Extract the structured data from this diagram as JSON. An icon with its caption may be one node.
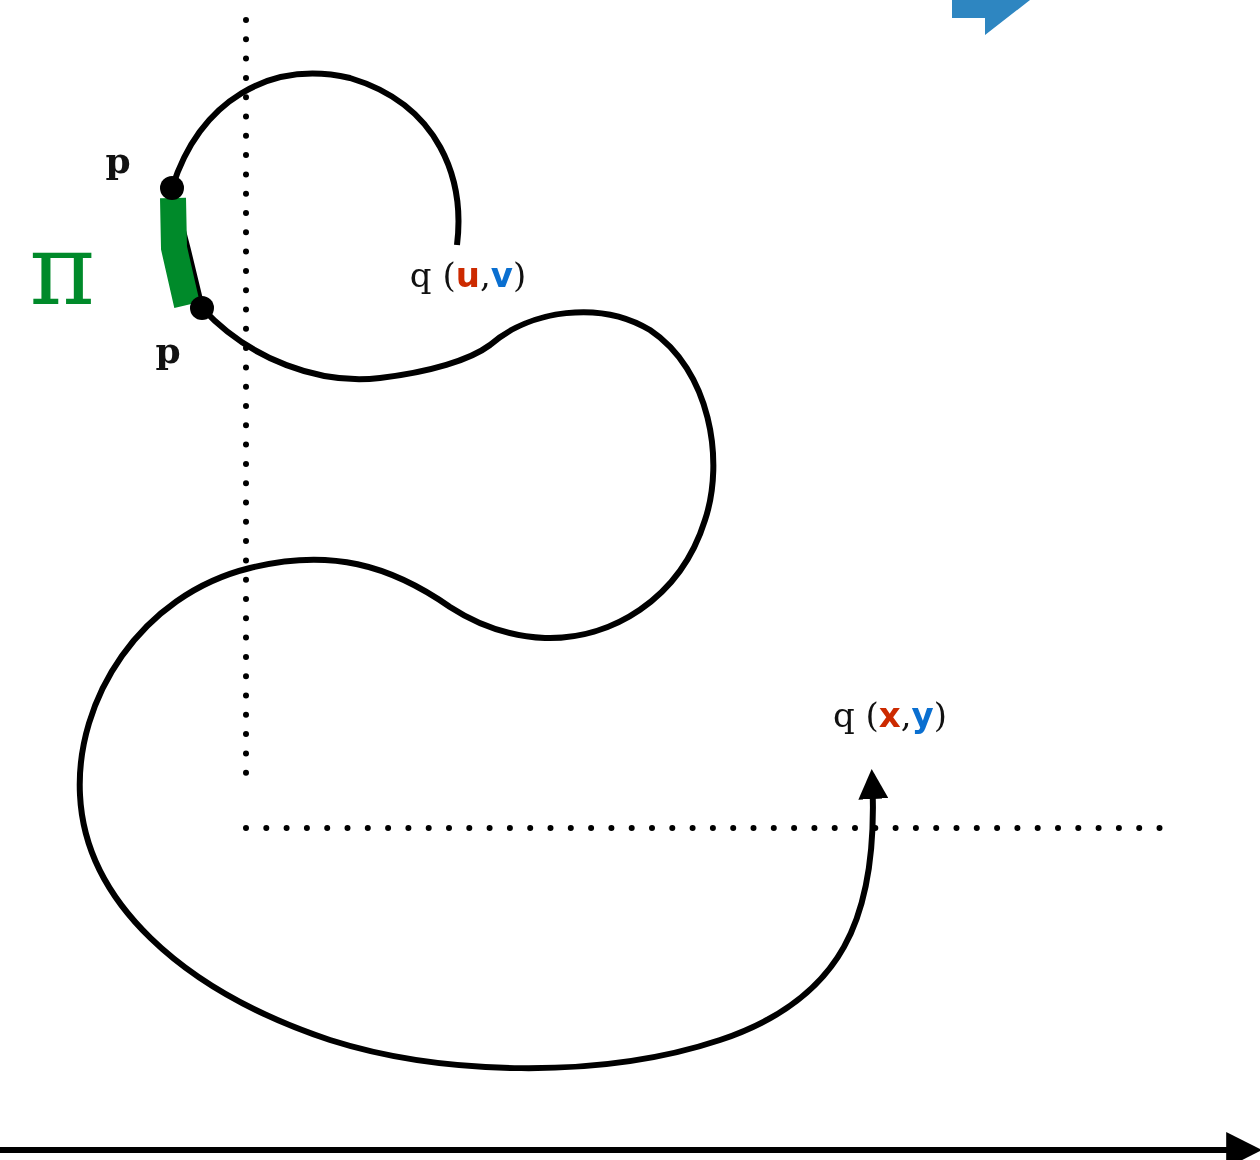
{
  "diagram": {
    "labels": [
      "p",
      "p",
      "π",
      "q (u,v)",
      "q (x,y)"
    ]
  }
}
